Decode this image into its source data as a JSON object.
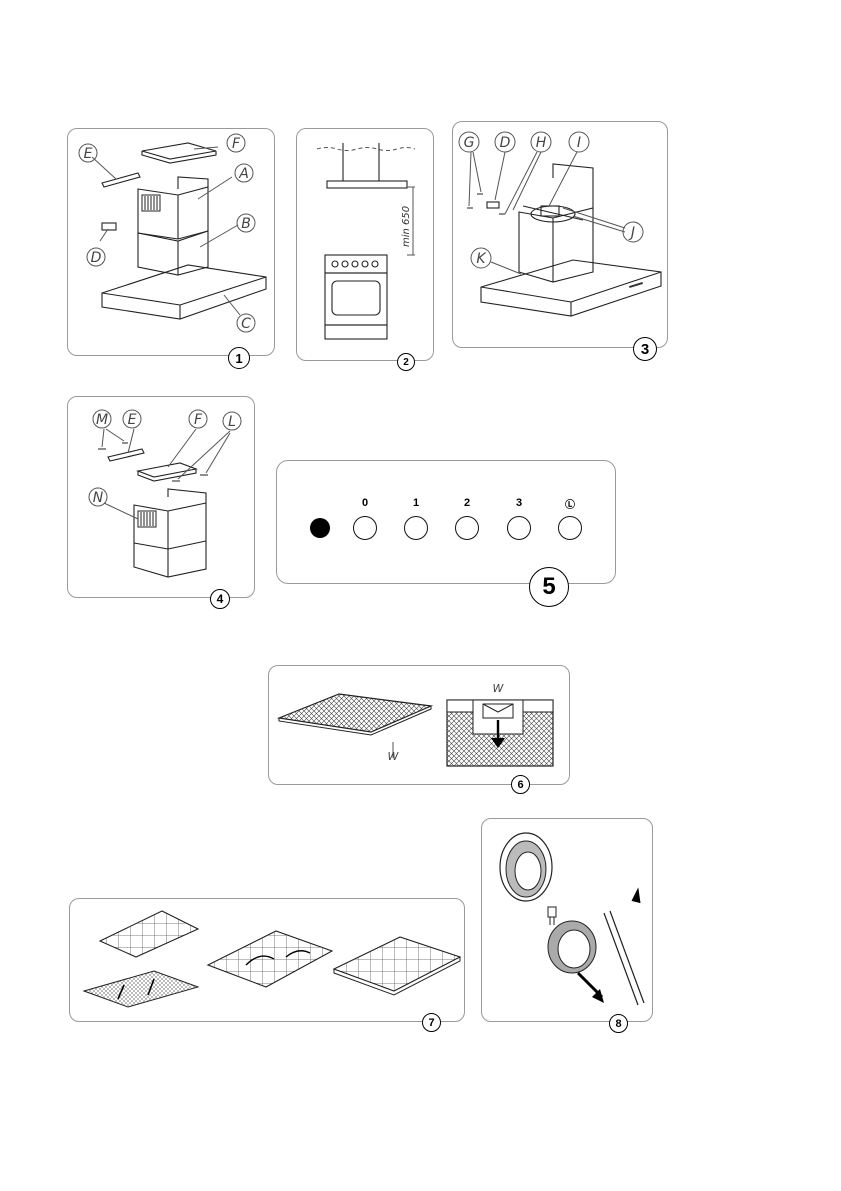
{
  "figures": [
    {
      "id": "fig1",
      "number": "1",
      "labels": [
        "E",
        "F",
        "A",
        "B",
        "D",
        "C"
      ]
    },
    {
      "id": "fig2",
      "number": "2",
      "dimension": "min 650"
    },
    {
      "id": "fig3",
      "number": "3",
      "labels": [
        "G",
        "D",
        "H",
        "I",
        "J",
        "K"
      ]
    },
    {
      "id": "fig4",
      "number": "4",
      "labels": [
        "M",
        "E",
        "F",
        "L",
        "N"
      ]
    },
    {
      "id": "fig5",
      "number": "5",
      "buttons": [
        "0",
        "1",
        "2",
        "3",
        "Ⓛ"
      ]
    },
    {
      "id": "fig6",
      "number": "6",
      "labels": [
        "W",
        "W"
      ]
    },
    {
      "id": "fig7",
      "number": "7"
    },
    {
      "id": "fig8",
      "number": "8"
    }
  ]
}
